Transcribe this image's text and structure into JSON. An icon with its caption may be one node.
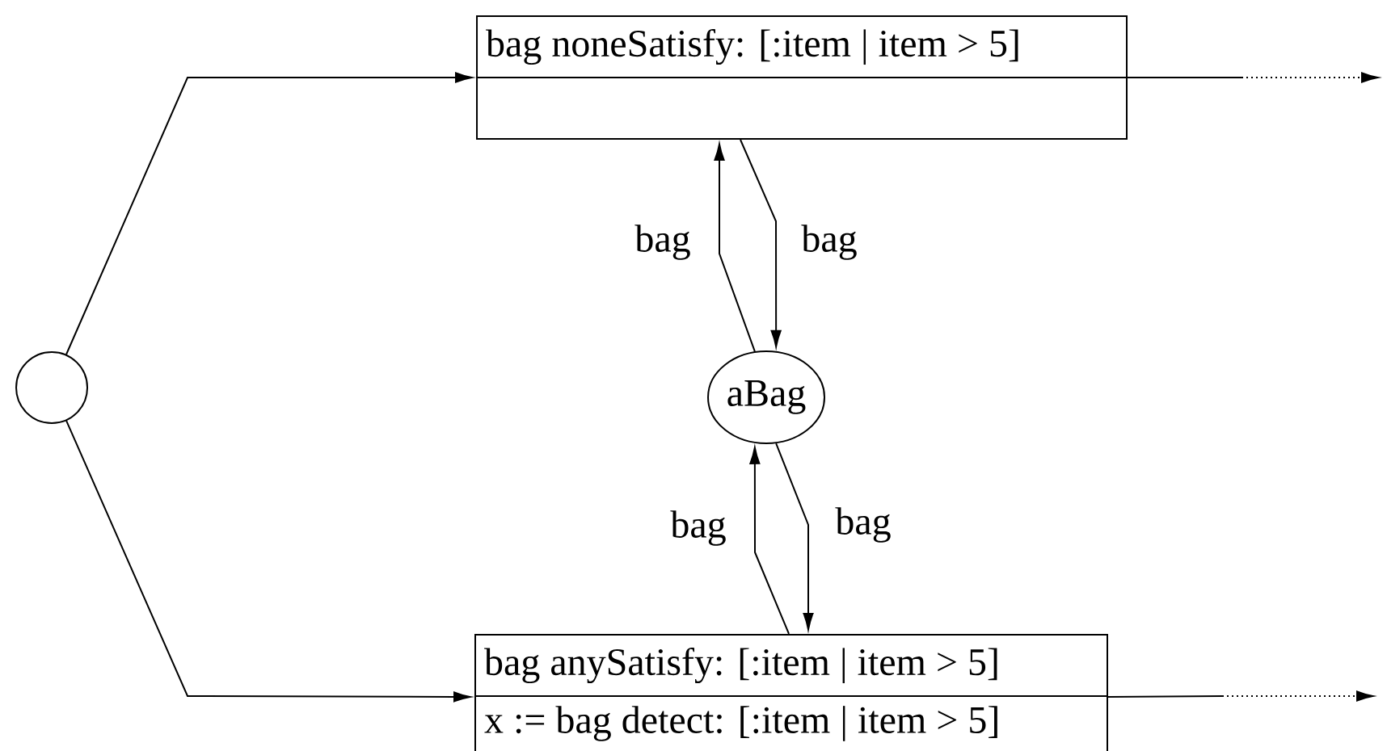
{
  "diagram": {
    "nodes": [
      {
        "text": [],
        "shape": "circle"
      },
      {
        "text": [
          "bag noneSatisfy: [:item | item > 5]"
        ]
      },
      {
        "text": [
          "aBag"
        ]
      },
      {
        "text": [
          "bag anySatisfy: [:item | item > 5]",
          "x := bag detect: [:item | item > 5]"
        ]
      }
    ],
    "edges": [
      {
        "from": 0,
        "to": 1,
        "arrow": "to"
      },
      {
        "from": 0,
        "to": 3,
        "arrow": "to"
      },
      {
        "from": 1,
        "to": null,
        "arrow": "to",
        "style": "dashed"
      },
      {
        "from": 3,
        "to": null,
        "arrow": "to",
        "style": "dashed"
      },
      {
        "from": 2,
        "to": 1,
        "arrow": "to",
        "label": "bag"
      },
      {
        "from": 1,
        "to": 2,
        "arrow": "to",
        "label": "bag"
      },
      {
        "from": 3,
        "to": 2,
        "arrow": "to",
        "label": "bag"
      },
      {
        "from": 2,
        "to": 3,
        "arrow": "to",
        "label": "bag"
      }
    ]
  }
}
